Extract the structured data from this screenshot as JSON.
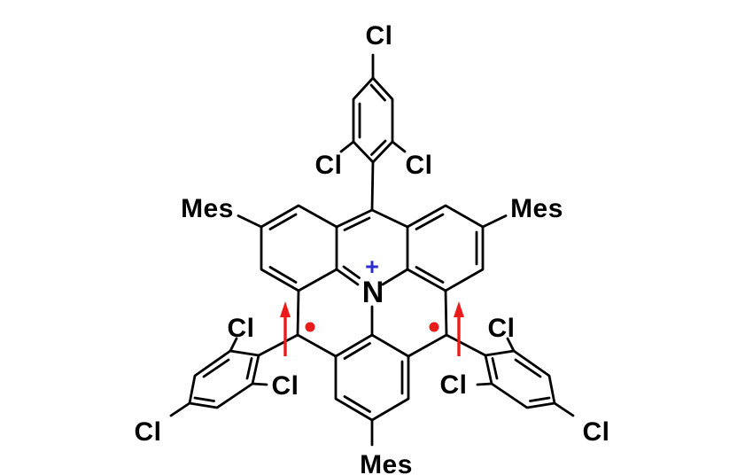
{
  "figure": {
    "kind": "chemical-structure-drawing",
    "background": "#ffffff"
  },
  "colors": {
    "bond": "#000000",
    "radical_red": "#ec1b1b",
    "charge_blue": "#2b2bd0"
  },
  "icons": {
    "spin_arrow": "up-arrow",
    "radical_dot": "filled-circle"
  },
  "labels": {
    "cl_top_para": "Cl",
    "cl_top_ortho_left": "Cl",
    "cl_top_ortho_right": "Cl",
    "mes_left": "Mes",
    "mes_right": "Mes",
    "mes_bottom": "Mes",
    "cl_bl_ortho_top": "Cl",
    "cl_bl_ortho_inner": "Cl",
    "cl_bl_para": "Cl",
    "cl_br_ortho_top": "Cl",
    "cl_br_ortho_inner": "Cl",
    "cl_br_para": "Cl",
    "nitrogen": "N",
    "plus_charge": "+"
  }
}
